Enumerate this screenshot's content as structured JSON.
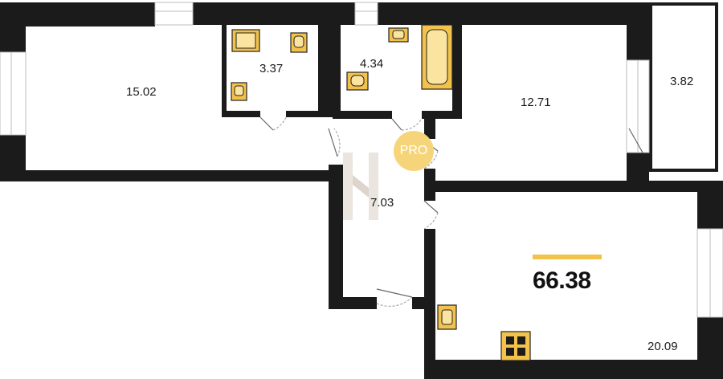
{
  "plan": {
    "total_area": "66.38",
    "rooms": [
      {
        "id": "room-living-left",
        "area": "15.02"
      },
      {
        "id": "room-bathroom-small",
        "area": "3.37"
      },
      {
        "id": "room-bathroom",
        "area": "4.34"
      },
      {
        "id": "room-bedroom",
        "area": "12.71"
      },
      {
        "id": "room-balcony",
        "area": "3.82"
      },
      {
        "id": "room-hallway",
        "area": "7.03"
      },
      {
        "id": "room-kitchen",
        "area": "20.09"
      }
    ],
    "badge": "PRO",
    "colors": {
      "accent": "#f3c24a",
      "wall": "#1b1b1b",
      "background": "#ffffff"
    }
  }
}
